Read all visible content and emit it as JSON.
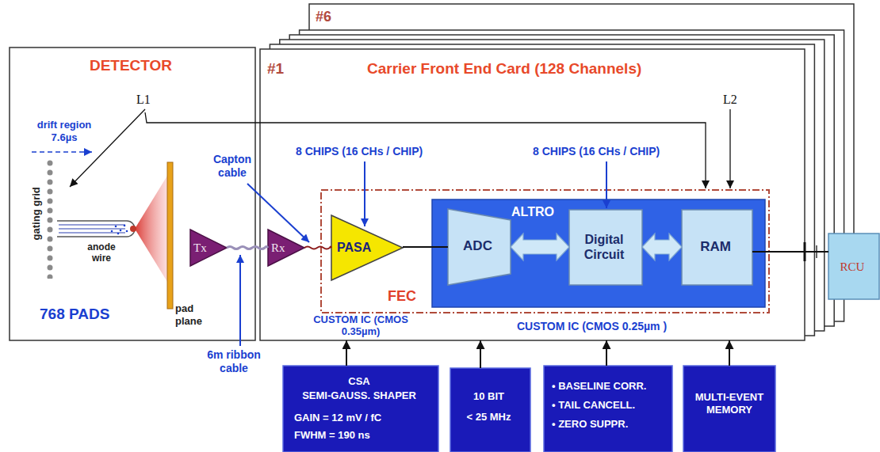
{
  "diagram": {
    "nodes": [
      {
        "text": [
          "DETECTOR",
          "768 PADS"
        ]
      },
      {
        "text": [
          "#6"
        ]
      },
      {
        "text": [
          "#1",
          "Carrier Front End Card (128 Channels)"
        ]
      },
      {
        "text": [
          "FEC"
        ],
        "in": 2
      },
      {
        "text": [
          "PASA"
        ],
        "in": 3
      },
      {
        "text": [
          "ALTRO"
        ],
        "in": 3
      },
      {
        "text": [
          "ADC"
        ],
        "in": 5
      },
      {
        "text": [
          "Digital Circuit"
        ],
        "in": 5
      },
      {
        "text": [
          "RAM"
        ],
        "in": 5
      },
      {
        "text": [
          "Tx"
        ],
        "in": 0
      },
      {
        "text": [
          "Rx"
        ],
        "in": 2
      },
      {
        "text": [
          "RCU"
        ]
      },
      {
        "text": [
          "CSA",
          "SEMI-GAUSS. SHAPER",
          "GAIN = 12 mV / fC",
          "FWHM = 190 ns"
        ]
      },
      {
        "text": [
          "10 BIT",
          "< 25 MHz"
        ]
      },
      {
        "text": [
          "• BASELINE CORR.",
          "• TAIL CANCELL.",
          "• ZERO SUPPR."
        ]
      },
      {
        "text": [
          "MULTI-EVENT MEMORY"
        ]
      }
    ],
    "edges": [
      {
        "from": 9,
        "to": 10,
        "arrow": "none"
      },
      {
        "from": 10,
        "to": 4,
        "arrow": "none"
      },
      {
        "from": 4,
        "to": 6,
        "arrow": "none"
      },
      {
        "from": 6,
        "to": 7,
        "arrow": "both"
      },
      {
        "from": 7,
        "to": 8,
        "arrow": "both"
      },
      {
        "from": 8,
        "to": 11,
        "arrow": "none"
      },
      {
        "from": 12,
        "to": 2,
        "arrow": "to"
      },
      {
        "from": 13,
        "to": 2,
        "arrow": "to"
      },
      {
        "from": 14,
        "to": 2,
        "arrow": "to"
      },
      {
        "from": 15,
        "to": 2,
        "arrow": "to"
      }
    ],
    "labels": [
      "L1",
      "drift region 7.6µs",
      "gating grid",
      "anode wire",
      "pad plane",
      "Capton cable",
      "6m ribbon cable",
      "8 CHIPS (16 CHs / CHIP)",
      "8 CHIPS (16 CHs / CHIP)",
      "L2",
      "CUSTOM IC (CMOS 0.35µm)",
      "CUSTOM IC (CMOS 0.25µm )"
    ]
  }
}
